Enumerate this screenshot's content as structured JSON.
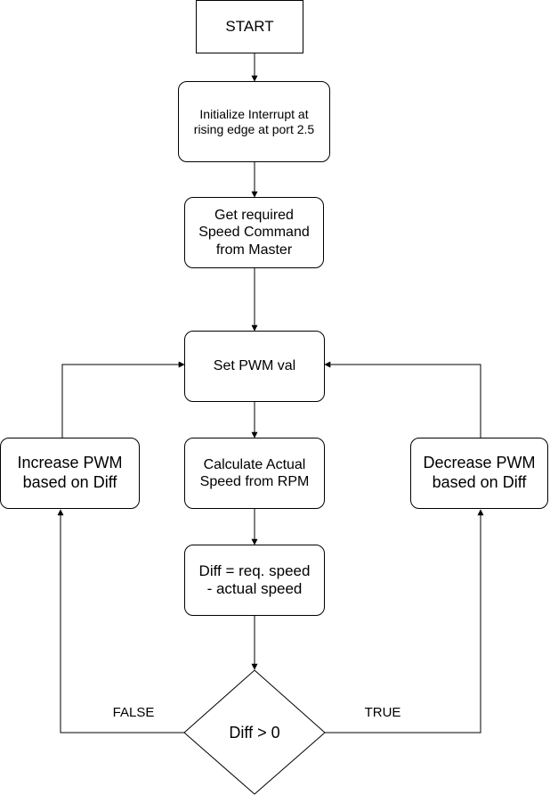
{
  "nodes": {
    "start": "START",
    "init_interrupt": "Initialize Interrupt at\nrising edge at port 2.5",
    "get_speed": "Get required\nSpeed Command\nfrom Master",
    "set_pwm": "Set PWM val",
    "calc_speed": "Calculate Actual\nSpeed from RPM",
    "diff": "Diff = req. speed\n- actual speed",
    "decision": "Diff > 0",
    "increase_pwm": "Increase PWM\nbased on Diff",
    "decrease_pwm": "Decrease PWM\nbased on Diff"
  },
  "edge_labels": {
    "false": "FALSE",
    "true": "TRUE"
  },
  "colors": {
    "stroke": "#000000",
    "fill": "#ffffff"
  }
}
